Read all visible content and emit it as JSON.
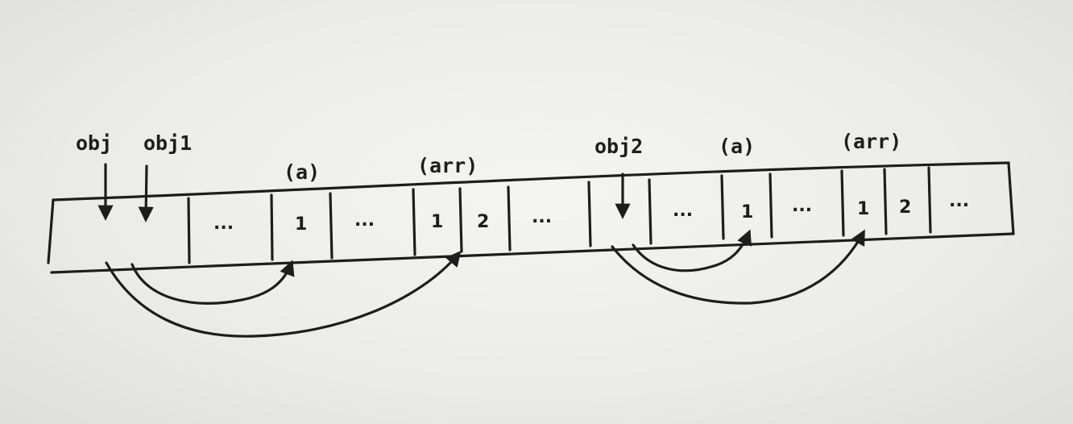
{
  "diagram": {
    "pointer_labels": {
      "obj": "obj",
      "obj1": "obj1",
      "obj2": "obj2"
    },
    "field_labels": {
      "a_first": "(a)",
      "arr_first": "(arr)",
      "a_second": "(a)",
      "arr_second": "(arr)"
    },
    "cells": {
      "c1": "...",
      "c2": "1",
      "c3": "...",
      "c4": "1",
      "c5": "2",
      "c6": "...",
      "c7": "...",
      "c8": "1",
      "c9": "...",
      "c10": "1",
      "c11": "2",
      "c12": "..."
    }
  }
}
